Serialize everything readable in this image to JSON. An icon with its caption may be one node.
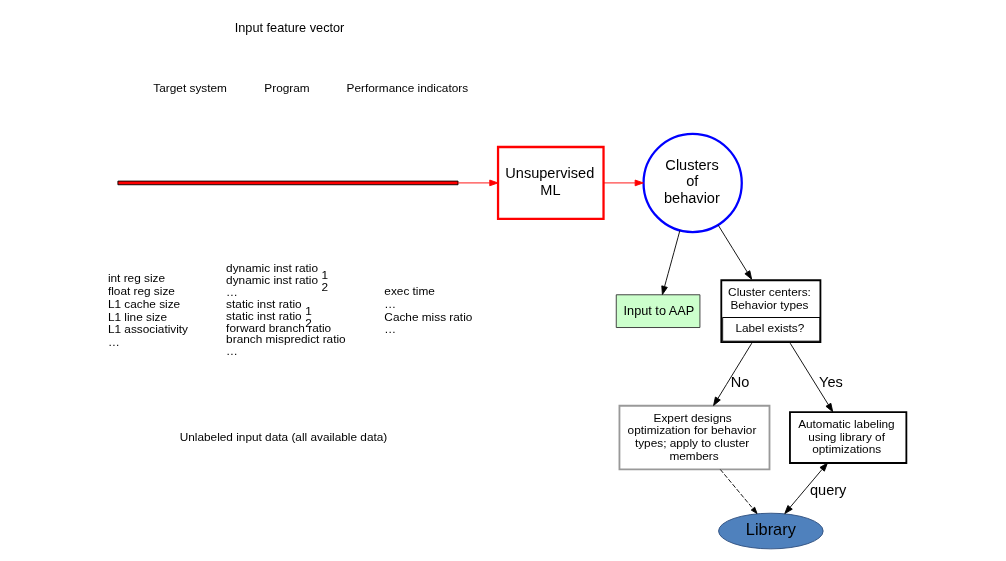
{
  "diagram": {
    "nodes": [
      {
        "text": [],
        "shape": "bar"
      },
      {
        "text": [
          "Unsupervised ML"
        ]
      },
      {
        "text": [
          "Clusters of behavior"
        ]
      },
      {
        "text": [
          "Input to AAP"
        ]
      },
      {
        "text": [
          "Cluster centers: Behavior types",
          "Label exists?"
        ]
      },
      {
        "text": [
          "Expert designs optimization for behavior types; apply to cluster members"
        ]
      },
      {
        "text": [
          "Automatic labeling using library of optimizations"
        ]
      },
      {
        "text": [
          "Library"
        ]
      }
    ],
    "edges": [
      {
        "from": 0,
        "to": 1,
        "arrow": "to",
        "color": "#ff0000"
      },
      {
        "from": 1,
        "to": 2,
        "arrow": "to",
        "color": "#ff0000"
      },
      {
        "from": 2,
        "to": 3,
        "arrow": "to"
      },
      {
        "from": 2,
        "to": 4,
        "arrow": "to"
      },
      {
        "from": 4,
        "to": 5,
        "arrow": "to",
        "label": "No"
      },
      {
        "from": 4,
        "to": 6,
        "arrow": "to",
        "label": "Yes"
      },
      {
        "from": 5,
        "to": 7,
        "arrow": "to",
        "style": "dashed"
      },
      {
        "from": 6,
        "to": 7,
        "arrow": "both",
        "label": "query"
      }
    ],
    "labels": [
      "Input feature vector",
      "Target system",
      "Program",
      "Performance indicators",
      "int reg size",
      "float reg size",
      "L1 cache size",
      "L1 line size",
      "L1 associativity",
      "…",
      "dynamic inst ratio$_{1}$",
      "dynamic inst ratio$_{2}$",
      "…",
      "static inst ratio$_{1}$",
      "static inst ratio$_{2}$",
      "forward branch ratio",
      "branch mispredict ratio",
      "…",
      "exec time",
      "…",
      "Cache miss ratio",
      "…",
      "Unlabeled input data (all available data)"
    ]
  }
}
